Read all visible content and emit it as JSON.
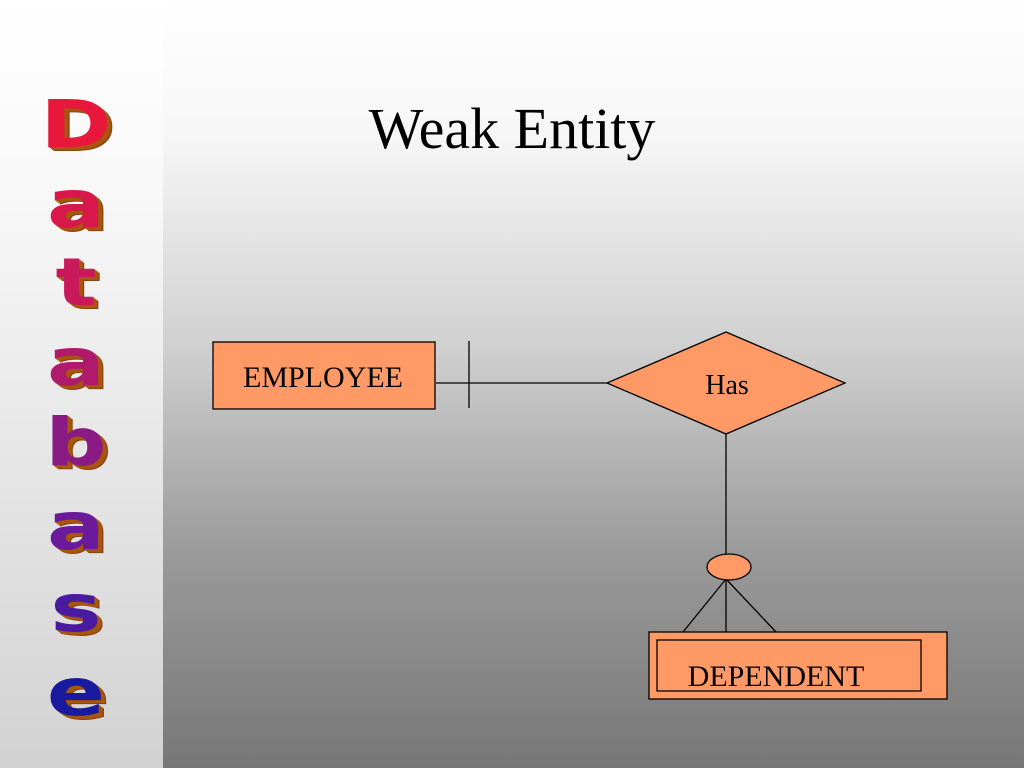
{
  "slide": {
    "title": "Weak Entity",
    "sidebar_letters": [
      "D",
      "a",
      "t",
      "a",
      "b",
      "a",
      "s",
      "e"
    ]
  },
  "diagram": {
    "entity": "EMPLOYEE",
    "relationship": "Has",
    "weak_entity": "DEPENDENT"
  },
  "colors": {
    "shape_fill": "#ff9966",
    "outline": "#000000",
    "letter_red": "#e8173c",
    "letter_purple": "#6a1a9a",
    "letter_blue": "#1a1aa0"
  }
}
